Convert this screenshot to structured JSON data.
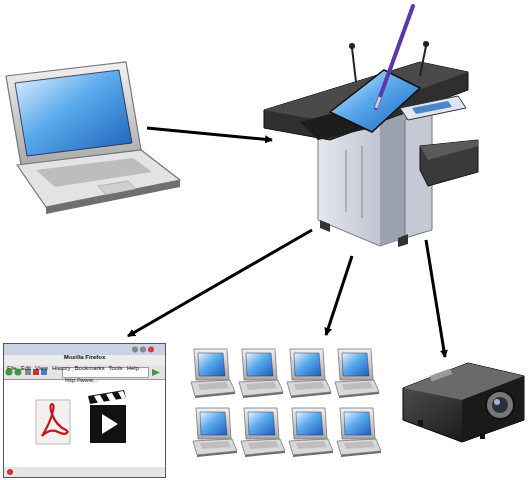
{
  "diagram": {
    "nodes": [
      {
        "text": [
          "Mozilla Firefox",
          "File",
          "Edit",
          "View",
          "History",
          "Bookmarks",
          "Tools",
          "Help",
          "http://www..."
        ]
      }
    ]
  }
}
